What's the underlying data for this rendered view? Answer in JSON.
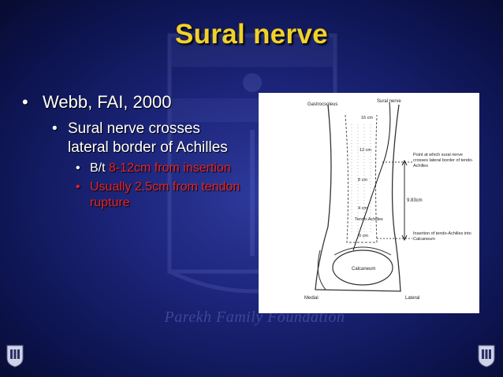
{
  "slide": {
    "title": "Sural nerve",
    "watermark": "Parekh Family Foundation",
    "bullets": {
      "level1": "Webb, FAI, 2000",
      "level2": "Sural nerve crosses lateral border of Achilles",
      "level3_a_prefix": "B/t ",
      "level3_a_highlight": "8-12cm from insertion",
      "level3_b": "Usually 2.5cm from tendon rupture"
    },
    "bullet_glyph": "•",
    "colors": {
      "title": "#f2d22a",
      "text": "#ffffff",
      "highlight": "#e42422",
      "background": "#1c257a"
    }
  },
  "figure": {
    "labels": {
      "gastrocsoleus": "Gastrocsoleus",
      "sural_nerve": "Sural nerve",
      "cm16": "16 cm",
      "cm12": "12 cm",
      "cm8": "8 cm",
      "cm4": "4 cm",
      "tendo_achilles": "Tendo-Achilles",
      "cm0": "0 cm",
      "calcaneum": "Calcaneum",
      "medial": "Medial",
      "lateral": "Lateral",
      "measure": "9.83cm",
      "annotation_top": "Point at which sural nerve crosses lateral border of tendo-Achilles",
      "annotation_bottom": "Insertion of tendo-Achilles into Calcaneum"
    }
  },
  "logos": {
    "icon": "university-crest-icon"
  }
}
